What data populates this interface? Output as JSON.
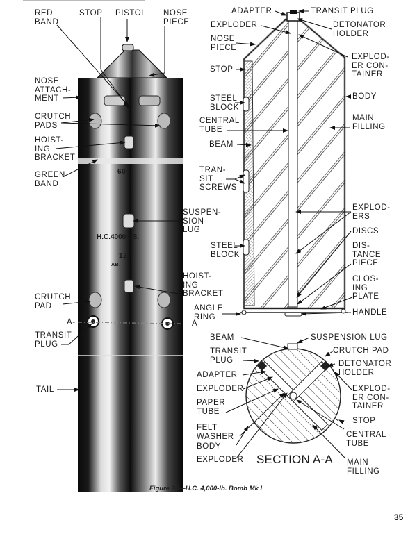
{
  "page": {
    "caption": "Figure 20—H.C. 4,000-lb. Bomb Mk I",
    "page_number": "35"
  },
  "external_view": {
    "labels": {
      "red_band": "RED\nBAND",
      "stop": "STOP",
      "pistol": "PISTOL",
      "nose_piece": "NOSE\nPIECE",
      "nose_attachment": "NOSE\nATTACH-\nMENT",
      "crutch_pads": "CRUTCH\nPADS",
      "hoisting_bracket_upper": "HOIST-\nING\nBRACKET",
      "green_band": "GREEN\nBAND",
      "suspension_lug": "SUSPEN-\nSION\nLUG",
      "hoisting_bracket_lower": "HOIST-\nING\nBRACKET",
      "crutch_pad": "CRUTCH\nPAD",
      "section_a_left": "A-",
      "section_a_right": "A",
      "transit_plug": "TRANSIT\nPLUG",
      "tail": "TAIL"
    },
    "body_markings": {
      "line1": "60",
      "line2": "H.C.4000 LB.",
      "line3": "12",
      "line4": "AB.    7"
    }
  },
  "longitudinal_section": {
    "labels": {
      "adapter": "ADAPTER",
      "transit_plug": "TRANSIT PLUG",
      "exploder": "EXPLODER",
      "detonator_holder": "DETONATOR\nHOLDER",
      "nose_piece": "NOSE\nPIECE",
      "exploder_container": "EXPLOD-\nER CON-\nTAINER",
      "stop": "STOP",
      "steel_block_upper": "STEEL\nBLOCK",
      "body": "BODY",
      "central_tube": "CENTRAL\nTUBE",
      "main_filling": "MAIN\nFILLING",
      "beam": "BEAM",
      "transit_screws": "TRAN-\nSIT\nSCREWS",
      "exploders": "EXPLOD-\nERS",
      "discs": "DISCS",
      "steel_block_lower": "STEEL\nBLOCK",
      "distance_piece": "DIS-\nTANCE\nPIECE",
      "closing_plate": "CLOS-\nING\nPLATE",
      "angle_ring": "ANGLE\nRING",
      "handle": "HANDLE"
    }
  },
  "cross_section": {
    "title": "SECTION A-A",
    "labels": {
      "beam": "BEAM",
      "suspension_lug": "SUSPENSION LUG",
      "transit_plug": "TRANSIT\nPLUG",
      "crutch_pad": "CRUTCH PAD",
      "adapter": "ADAPTER",
      "detonator_holder": "DETONATOR\nHOLDER",
      "exploder_upper": "EXPLODER",
      "exploder_container": "EXPLOD-\nER CON-\nTAINER",
      "paper_tube": "PAPER\nTUBE",
      "stop": "STOP",
      "felt_washer": "FELT\nWASHER",
      "central_tube": "CENTRAL\nTUBE",
      "body": "BODY",
      "exploder_lower": "EXPLODER",
      "main_filling": "MAIN\nFILLING"
    }
  }
}
